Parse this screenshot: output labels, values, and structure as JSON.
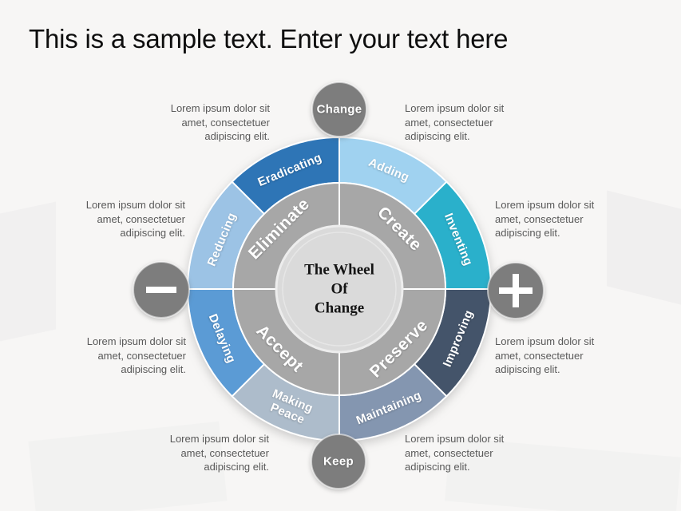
{
  "title": "This is a sample text. Enter your text here",
  "center": {
    "label": "The Wheel\nOf\nChange",
    "fill": "#dadada",
    "rim": "#ededed"
  },
  "hubs": {
    "top_label": "Change",
    "bottom_label": "Keep",
    "left_icon": "minus-icon",
    "right_icon": "plus-icon",
    "color": "#7d7d7d"
  },
  "wheel": {
    "quadrant_color": "#a7a7a7",
    "outer_segments": [
      {
        "label": "Eradicating",
        "color": "#2e75b6"
      },
      {
        "label": "Adding",
        "color": "#a0d2f0"
      },
      {
        "label": "Inventing",
        "color": "#2ab0cb"
      },
      {
        "label": "Improving",
        "color": "#44546a"
      },
      {
        "label": "Maintaining",
        "color": "#8496b0"
      },
      {
        "label": "Making Peace",
        "color": "#adbccb"
      },
      {
        "label": "Delaying",
        "color": "#5b9bd5"
      },
      {
        "label": "Reducing",
        "color": "#9cc3e5"
      }
    ],
    "quadrants": [
      {
        "label": "Eliminate"
      },
      {
        "label": "Create"
      },
      {
        "label": "Accept"
      },
      {
        "label": "Preserve"
      }
    ]
  },
  "annotations": [
    {
      "id": "top-left",
      "text": "Lorem ipsum dolor sit\namet, consectetuer\nadipiscing elit."
    },
    {
      "id": "top-right",
      "text": "Lorem ipsum dolor sit\namet, consectetuer\nadipiscing elit."
    },
    {
      "id": "mid-left",
      "text": "Lorem ipsum dolor sit\namet, consectetuer\nadipiscing elit."
    },
    {
      "id": "mid-right",
      "text": "Lorem ipsum dolor sit\namet, consectetuer\nadipiscing elit."
    },
    {
      "id": "lower-left",
      "text": "Lorem ipsum dolor sit\namet, consectetuer\nadipiscing elit."
    },
    {
      "id": "lower-right",
      "text": "Lorem ipsum dolor sit\namet, consectetuer\nadipiscing elit."
    },
    {
      "id": "bottom-left",
      "text": "Lorem ipsum dolor sit\namet, consectetuer\nadipiscing elit."
    },
    {
      "id": "bottom-right",
      "text": "Lorem ipsum dolor sit\namet, consectetuer\nadipiscing elit."
    }
  ]
}
